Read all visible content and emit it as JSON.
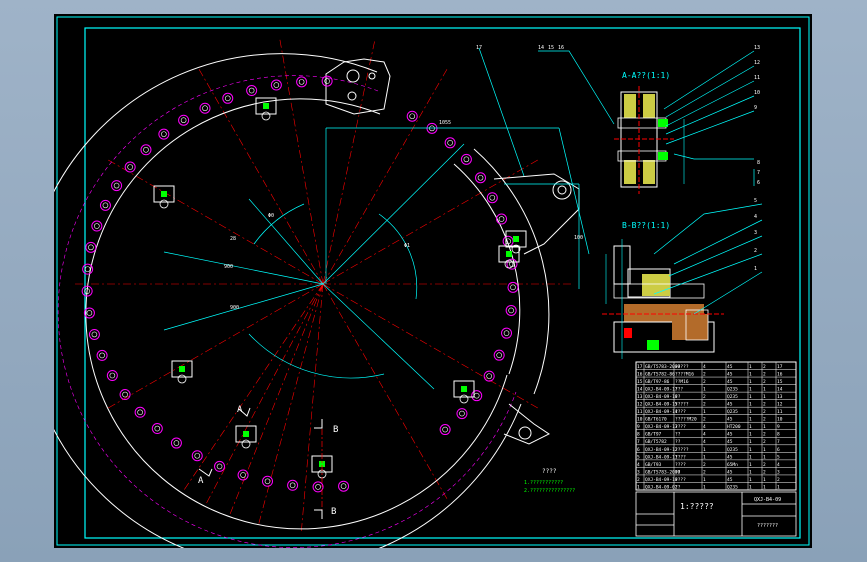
{
  "drawing": {
    "section_a_title": "A-A??(1:1)",
    "section_b_title": "B-B??(1:1)",
    "mark_a": "A",
    "mark_b": "B",
    "tech_note_title": "????",
    "tech_note_line1": "1.???????????",
    "tech_note_line2": "2.???????????????",
    "title_block_name": "1:?????",
    "title_block_code": "QXJ-B4-09",
    "title_block_company": "???????",
    "balloons_top": [
      "14",
      "15",
      "16"
    ],
    "balloon_17": "17",
    "balloons_right": [
      "13",
      "12",
      "11",
      "10",
      "9"
    ],
    "balloons_b_side": [
      "8",
      "7",
      "6"
    ],
    "balloons_b_view": [
      "5",
      "4",
      "3",
      "2",
      "1"
    ],
    "dimension_labels": [
      "Φ0",
      "28",
      "900",
      "900",
      "1055",
      "Φ1",
      "100"
    ]
  },
  "bom": {
    "rows": [
      [
        "17",
        "GB/T5783-2000",
        "?????",
        "4",
        "45",
        "1",
        "2",
        "17"
      ],
      [
        "16",
        "GB/T5782-86",
        "????M16",
        "2",
        "45",
        "1",
        "2",
        "16"
      ],
      [
        "15",
        "GB/T97-86",
        "??M16",
        "2",
        "45",
        "1",
        "2",
        "15"
      ],
      [
        "14",
        "QXJ-B4-09-17",
        "???",
        "1",
        "Q235",
        "1",
        "1",
        "14"
      ],
      [
        "13",
        "QXJ-B4-09-16",
        "?? ",
        "2",
        "Q235",
        "1",
        "1",
        "13"
      ],
      [
        "12",
        "QXJ-B4-09-15",
        "?????",
        "2",
        "45",
        "1",
        "2",
        "12"
      ],
      [
        "11",
        "QXJ-B4-09-14",
        "????",
        "1",
        "Q235",
        "1",
        "2",
        "11"
      ],
      [
        "10",
        "GB/T6170",
        "?????M20",
        "2",
        "45",
        "1",
        "2",
        "10"
      ],
      [
        "9",
        "QXJ-B4-09-13",
        "????",
        "4",
        "HT200",
        "1",
        "1",
        "9"
      ],
      [
        "8",
        "GB/T97",
        "??",
        "4",
        "45",
        "1",
        "2",
        "8"
      ],
      [
        "7",
        "GB/T5782",
        "??",
        "4",
        "45",
        "1",
        "2",
        "7"
      ],
      [
        "6",
        "QXJ-B4-09-12",
        "?????",
        "1",
        "Q235",
        "1",
        "1",
        "6"
      ],
      [
        "5",
        "QXJ-B4-09-11",
        "????",
        "1",
        "45",
        "1",
        "1",
        "5"
      ],
      [
        "4",
        "GB/T93",
        "????",
        "2",
        "65Mn",
        "1",
        "2",
        "4"
      ],
      [
        "3",
        "GB/T5783-2000",
        "??",
        "2",
        "45",
        "1",
        "2",
        "3"
      ],
      [
        "2",
        "QXJ-B4-09-10",
        "????",
        "1",
        "45",
        "1",
        "1",
        "2"
      ],
      [
        "1",
        "QXJ-B4-09-02",
        "??",
        "1",
        "Q235",
        "1",
        "1",
        "1"
      ]
    ]
  },
  "colors": {
    "frame": "#00ffff",
    "outline": "#ffffff",
    "centerline": "#ff0000",
    "hole": "#ff00ff",
    "dimension": "#00ffff",
    "fill": "#ffff00",
    "bolt": "#00ff00"
  }
}
